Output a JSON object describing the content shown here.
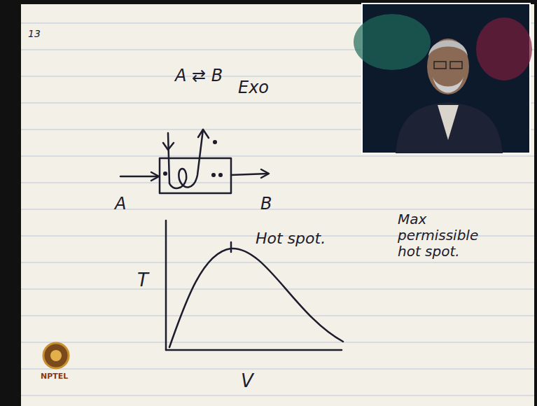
{
  "diagram": {
    "labels": [
      "13",
      "A ⇄ B",
      "Exo",
      "A",
      "B",
      "Hot spot.",
      "Max permissible hot spot.",
      "T",
      "V",
      "NPTEL"
    ]
  }
}
